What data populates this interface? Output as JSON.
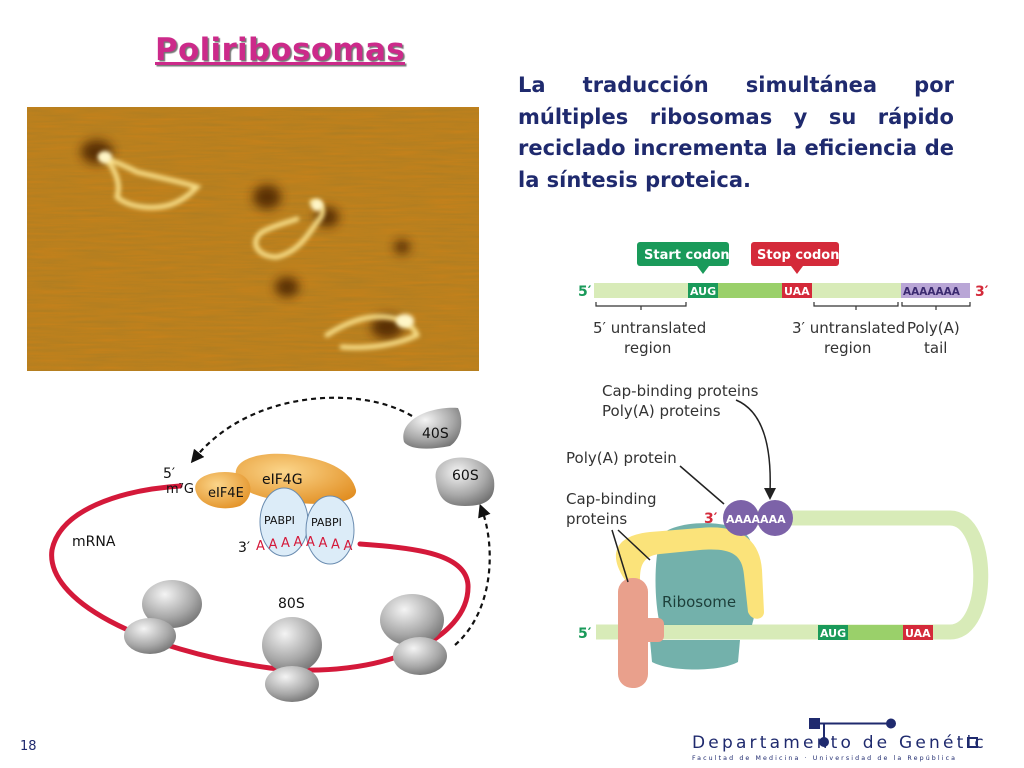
{
  "slide": {
    "title": "Poliribosomas",
    "text": "La traducción simultánea por múltiples ribosomas y su rápido reciclado incrementa la eficiencia de la síntesis proteica.",
    "page_number": "18"
  },
  "cycle_diagram": {
    "label_40s": "40S",
    "label_60s": "60S",
    "label_80s": "80S",
    "label_mrna": "mRNA",
    "label_five_prime": "5′",
    "label_cap": "m⁷G",
    "label_eif4e": "eIF4E",
    "label_eif4g": "eIF4G",
    "label_pabpi_1": "PABPI",
    "label_pabpi_2": "PABPI",
    "label_three_prime": "3′",
    "poly_a_letters": [
      "A",
      "A",
      "A",
      "A",
      "A",
      "A",
      "A",
      "A"
    ],
    "colors": {
      "mrna": "#d4193a",
      "eif": "#f0a12c",
      "pabp": "#dcecf8",
      "ribosome": "#9a9a9a"
    }
  },
  "mrna_schematic": {
    "start_codon_label": "Start codon",
    "stop_codon_label": "Stop codon",
    "five_prime": "5′",
    "three_prime": "3′",
    "aug": "AUG",
    "uaa": "UAA",
    "poly_a": "AAAAAAA",
    "utr5_line1": "5′ untranslated",
    "utr5_line2": "region",
    "utr3_line1": "3′ untranslated",
    "utr3_line2": "region",
    "polya_tail_line1": "Poly(A)",
    "polya_tail_line2": "tail",
    "proteins_line1": "Cap-binding proteins",
    "proteins_line2": "Poly(A) proteins",
    "polya_protein": "Poly(A) protein",
    "cap_binding_line1": "Cap-binding",
    "cap_binding_line2": "proteins",
    "loop_three_prime": "3′",
    "loop_poly_a": "AAAAAAA",
    "ribosome": "Ribosome",
    "loop_five_prime": "5′",
    "loop_aug": "AUG",
    "loop_uaa": "UAA",
    "colors": {
      "start": "#1a9a5a",
      "stop": "#d42a3a",
      "mrna_light": "#d8ebb8",
      "coding": "#9ad06a",
      "ribosome": "#5aa39c",
      "polya": "#7c62a8",
      "cap": "#e9a08c",
      "yellow": "#fbe37a"
    }
  },
  "logo": {
    "name": "Departamento de Genética",
    "subtitle": "Facultad de Medicina · Universidad de la República"
  }
}
